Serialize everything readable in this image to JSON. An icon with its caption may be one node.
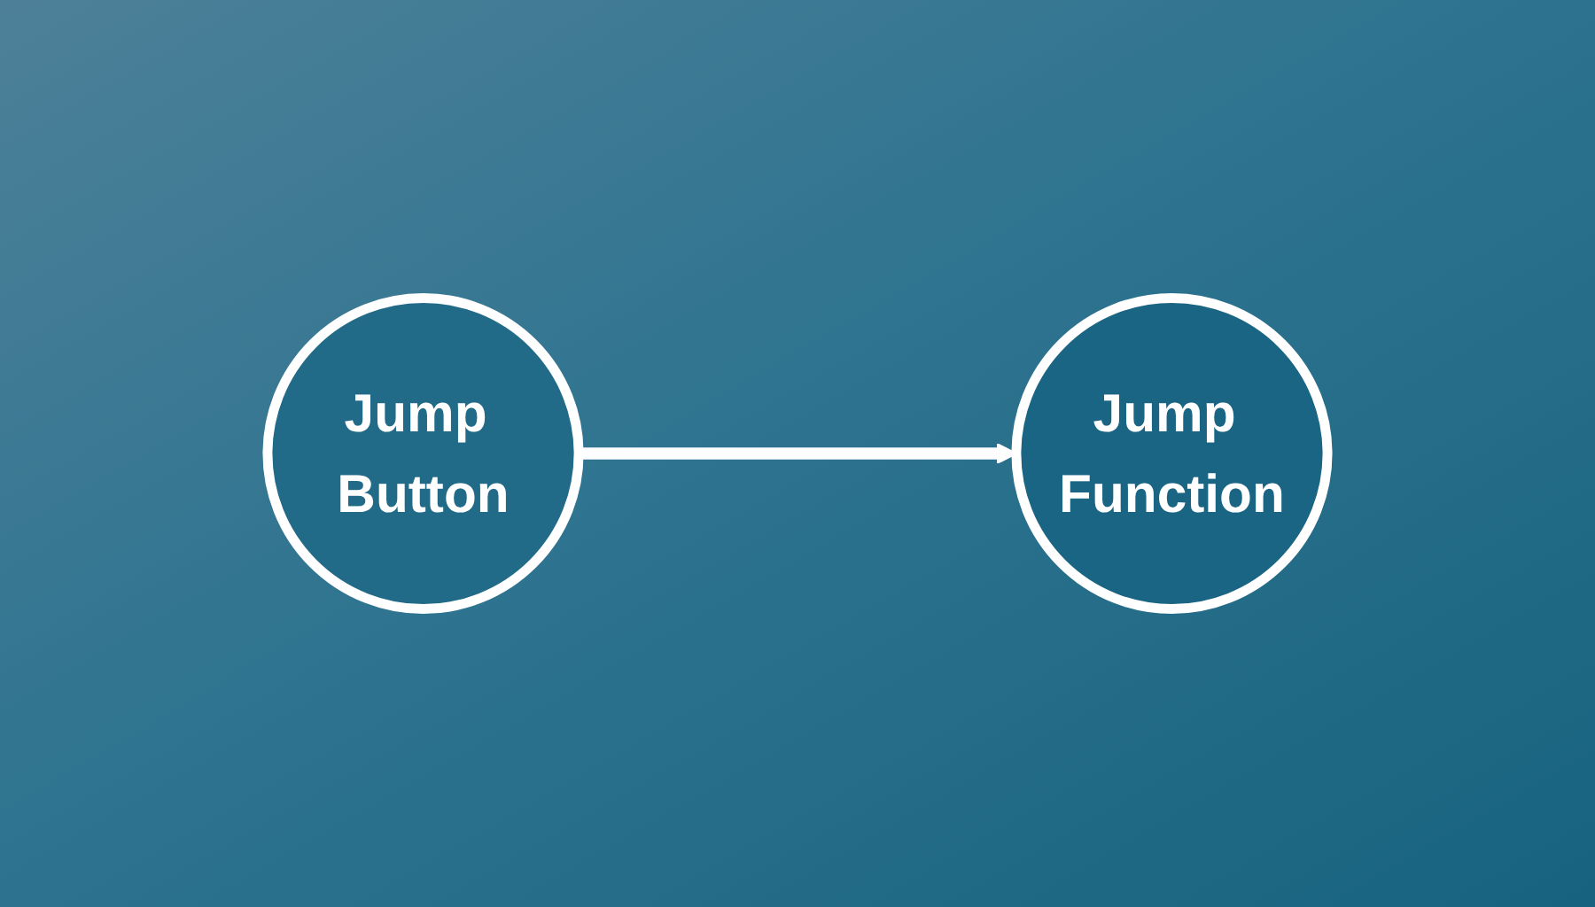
{
  "diagram": {
    "nodes": [
      {
        "text": [
          "Jump Button"
        ]
      },
      {
        "text": [
          "Jump Function"
        ]
      }
    ],
    "edges": [
      {
        "from": 0,
        "to": 1,
        "arrow": "to"
      }
    ]
  }
}
